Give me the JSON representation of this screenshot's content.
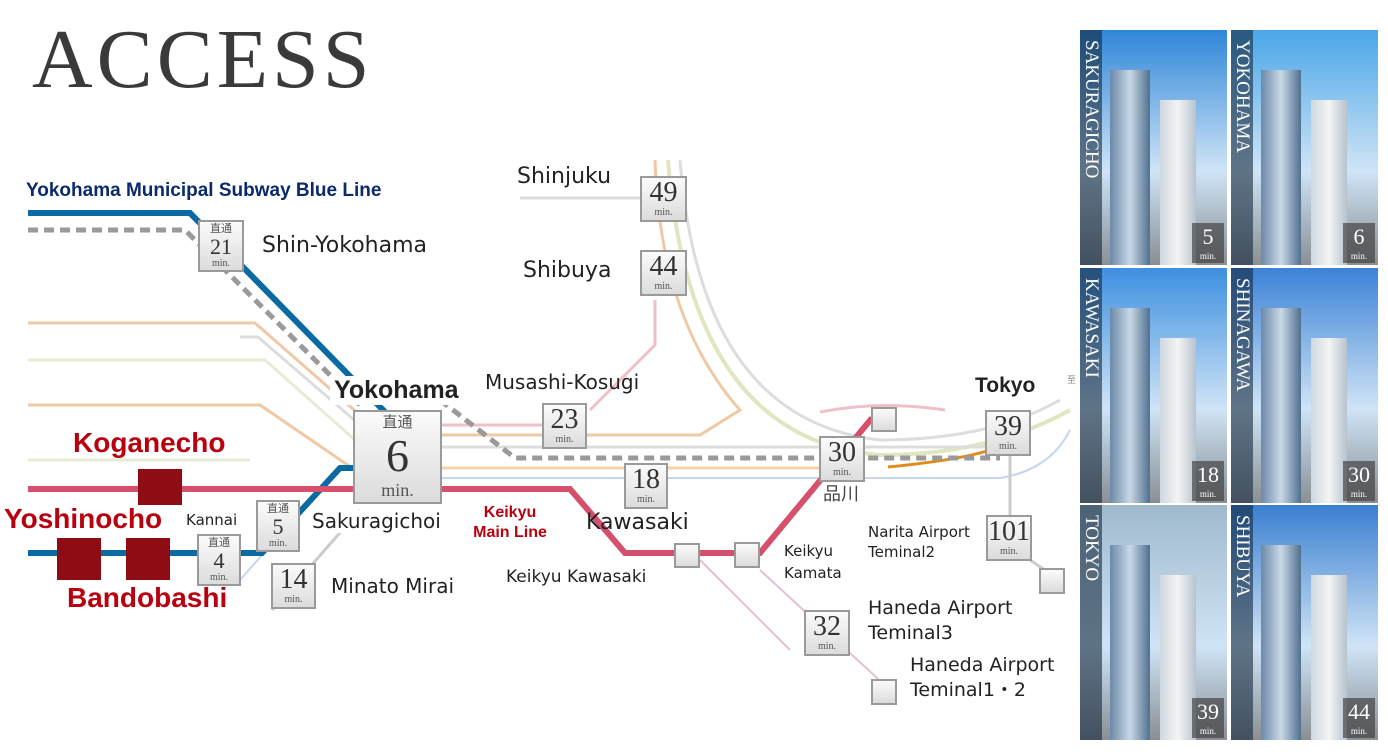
{
  "title": "ACCESS",
  "lines": {
    "blue_line": "Yokohama Municipal Subway Blue Line",
    "keikyu": "Keikyu Main Line"
  },
  "colors": {
    "blue": "#0a6aa1",
    "keikyu": "#d4506c",
    "red_station": "#8e0d15",
    "label_red": "#b8000f",
    "label_blue": "#0b2a6b"
  },
  "stations": {
    "shinjuku": "Shinjuku",
    "shibuya": "Shibuya",
    "shin_yokohama": "Shin-Yokohama",
    "yokohama": "Yokohama",
    "musashi_kosugi": "Musashi-Kosugi",
    "tokyo": "Tokyo",
    "koganecho": "Koganecho",
    "yoshinocho": "Yoshinocho",
    "bandobashi": "Bandobashi",
    "kannai": "Kannai",
    "sakuragicho": "Sakuragichoi",
    "minato_mirai": "Minato Mirai",
    "kawasaki": "Kawasaki",
    "keikyu_kawasaki": "Keikyu Kawasaki",
    "keikyu_kamata": "Keikyu Kamata",
    "shinagawa": "品川",
    "narita": "Narita Airport Teminal2",
    "haneda3": "Haneda Airport Teminal3",
    "haneda12": "Haneda Airport Teminal1・2",
    "to_mark": "至"
  },
  "direct": "直通",
  "min": "min.",
  "times": {
    "shin_yokohama": "21",
    "shinjuku": "49",
    "shibuya": "44",
    "yokohama": "6",
    "musashi_kosugi": "23",
    "kawasaki": "18",
    "sakuragicho": "5",
    "kannai": "4",
    "minato_mirai": "14",
    "shinagawa": "30",
    "tokyo": "39",
    "narita": "101",
    "haneda3": "32"
  },
  "photos": [
    {
      "name": "SAKURAGICHO",
      "time": "5"
    },
    {
      "name": "YOKOHAMA",
      "time": "6"
    },
    {
      "name": "KAWASAKI",
      "time": "18"
    },
    {
      "name": "SHINAGAWA",
      "time": "30"
    },
    {
      "name": "TOKYO",
      "time": "39"
    },
    {
      "name": "SHIBUYA",
      "time": "44"
    }
  ]
}
